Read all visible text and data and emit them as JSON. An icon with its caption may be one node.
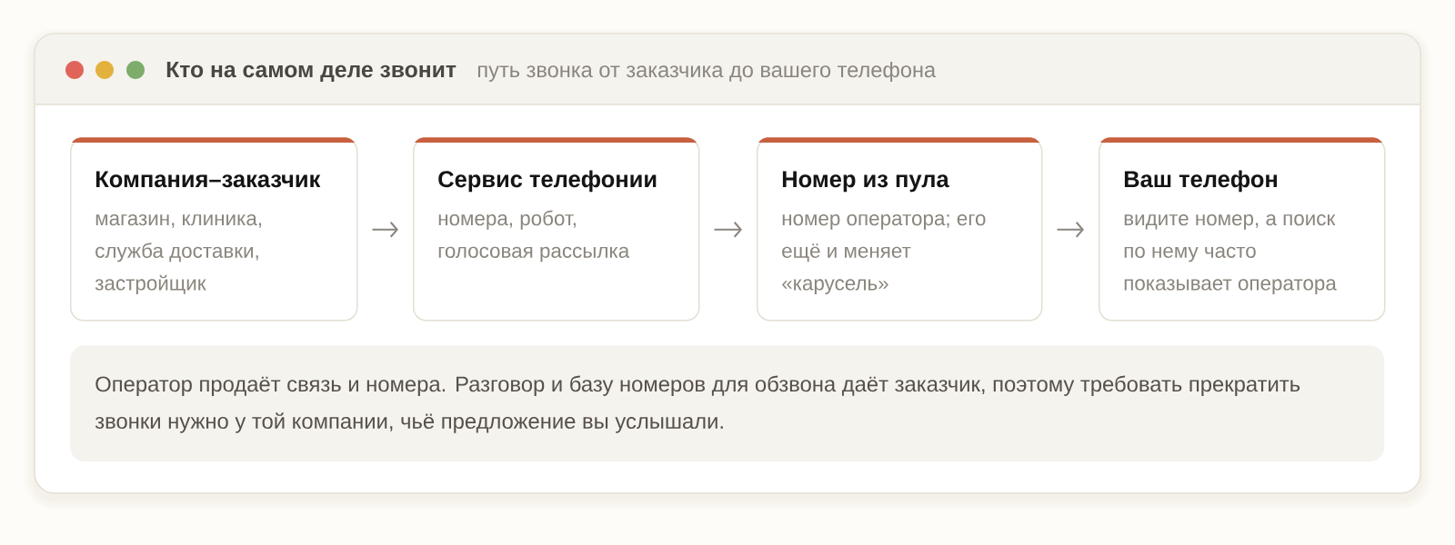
{
  "diagram": {
    "title": "Кто на самом деле звонит",
    "nodes": [
      {
        "text": [
          "Компания–заказчик",
          "магазин, клиника, служба доставки, застройщик"
        ]
      },
      {
        "text": [
          "Сервис телефонии",
          "номера, робот, голосовая рассылка"
        ]
      },
      {
        "text": [
          "Номер из пула",
          "номер оператора; его ещё и меняет «карусель»"
        ]
      },
      {
        "text": [
          "Ваш телефон",
          "видите номер, а поиск по нему часто показывает оператора"
        ]
      },
      {
        "text": [
          "Оператор продаёт связь и номера. Разговор и базу номеров для обзвона даёт заказчик, поэтому требовать прекратить звонки нужно у той компании, чьё предложение вы услышали."
        ]
      }
    ],
    "edges": [
      {
        "from": 0,
        "to": 1,
        "arrow": "to"
      },
      {
        "from": 1,
        "to": 2,
        "arrow": "to"
      },
      {
        "from": 2,
        "to": 3,
        "arrow": "to"
      }
    ],
    "labels": [
      "путь звонка от заказчика до вашего телефона"
    ]
  }
}
